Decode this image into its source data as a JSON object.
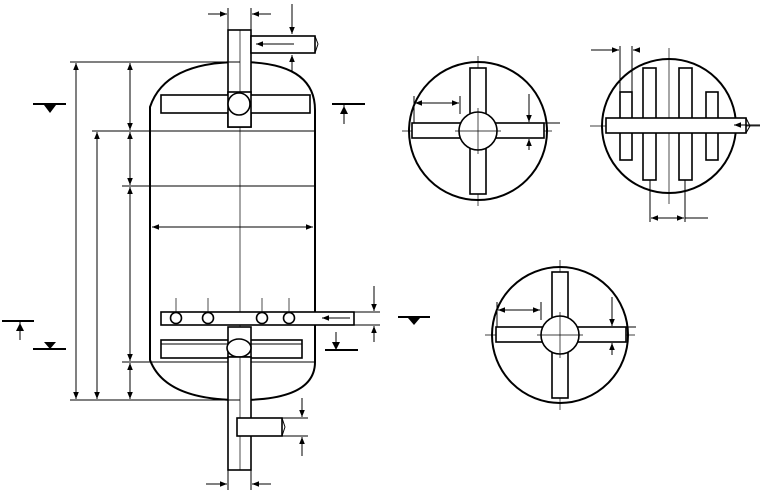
{
  "drawing": {
    "subject": "vessel-with-cross-distributors",
    "stroke_color": "#000000",
    "background_color": "#ffffff",
    "views": [
      {
        "name": "vessel-elevation"
      },
      {
        "name": "upper-cross-distributor-plan"
      },
      {
        "name": "comb-distributor-plan"
      },
      {
        "name": "lower-cross-distributor-plan"
      }
    ],
    "level_markers": 5
  }
}
